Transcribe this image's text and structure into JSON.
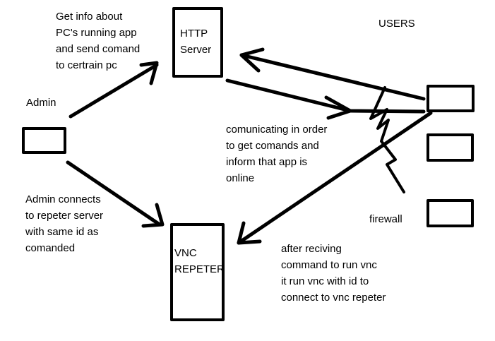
{
  "nodes": {
    "http_server": "HTTP\nServer",
    "vnc_repeter": "VNC\nREPETER",
    "admin": "Admin",
    "users": "USERS",
    "firewall": "firewall"
  },
  "notes": {
    "get_info": "Get info about\nPC's running app\nand send comand\nto certrain pc",
    "communicating": "comunicating in order\nto get comands and\ninform that app is\nonline",
    "admin_connects": "Admin connects\nto repeter server\nwith same id as\ncomanded",
    "after_receiving": "after reciving\ncommand to run vnc\nit run vnc with id to\nconnect to vnc repeter"
  },
  "colors": {
    "ink": "#000000",
    "background": "#ffffff"
  }
}
